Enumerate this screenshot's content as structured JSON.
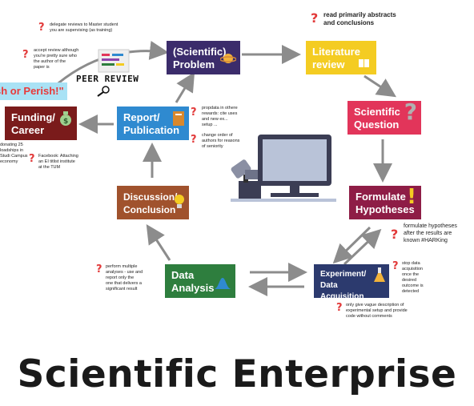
{
  "title": "Scientific Enterprise",
  "banner": "sh or Perish!\"",
  "peer_review": "PEER REVIEW",
  "nodes": {
    "problem": "(Scientific)\nProblem",
    "literature": "Literature\nreview",
    "question": "Scientific\nQuestion",
    "hypotheses": "Formulate\nHypotheses",
    "experiment": "Experiment/\nData Acquisition",
    "analysis": "Data\nAnalysis",
    "discussion": "Discussion/\nConclusion",
    "report": "Report/\nPublication",
    "funding": "Funding/\nCareer"
  },
  "notes": {
    "delegate": "delegate reviews to Master student\nyou are supervising (as training)",
    "accept": "accept review although\nyou're pretty sure who\nthe author of the\npaper is",
    "abstracts": "read primarily abstracts\nand conclusions",
    "propdata": "propdata in othere\nrewards: cite uses\nand new ex...\nsetup ...",
    "change": "change order of\nauthors for reasons\nof seniority",
    "funding_notes": "donating 25\nloadships in\nStudi Campus\neconomy",
    "facebook": "Facebook: Attaching\nan EI titlist institute\nat the TUM",
    "harking": "formulate hypotheses\nafter the results are\nknown #HARKing",
    "stop": "stop data\nacquisition\nonce the\ndesired\noutcome is\ndetected",
    "vague": "only give vague description of\nexperimental setup and provide\ncode without comments",
    "perform": "perform multiple\nanalyses - use and\nreport only the\none that delivers a\nsignificant result"
  },
  "colors": {
    "problem": "#3b2c6b",
    "literature": "#f4cc22",
    "question": "#e2355a",
    "hypotheses": "#8e1d46",
    "experiment": "#2c3a6e",
    "analysis": "#2e7e3e",
    "discussion": "#a0522d",
    "report": "#2f8ad0",
    "funding": "#7a1b1b",
    "arrow": "#8c8c8c"
  },
  "icons": [
    "planet-icon",
    "book-icon",
    "question-mark-icon",
    "exclamation-icon",
    "flask-icon",
    "bell-curve-icon",
    "lightbulb-icon",
    "journal-icon",
    "money-bag-icon",
    "magnifier-icon",
    "computer-microscope-icon"
  ]
}
